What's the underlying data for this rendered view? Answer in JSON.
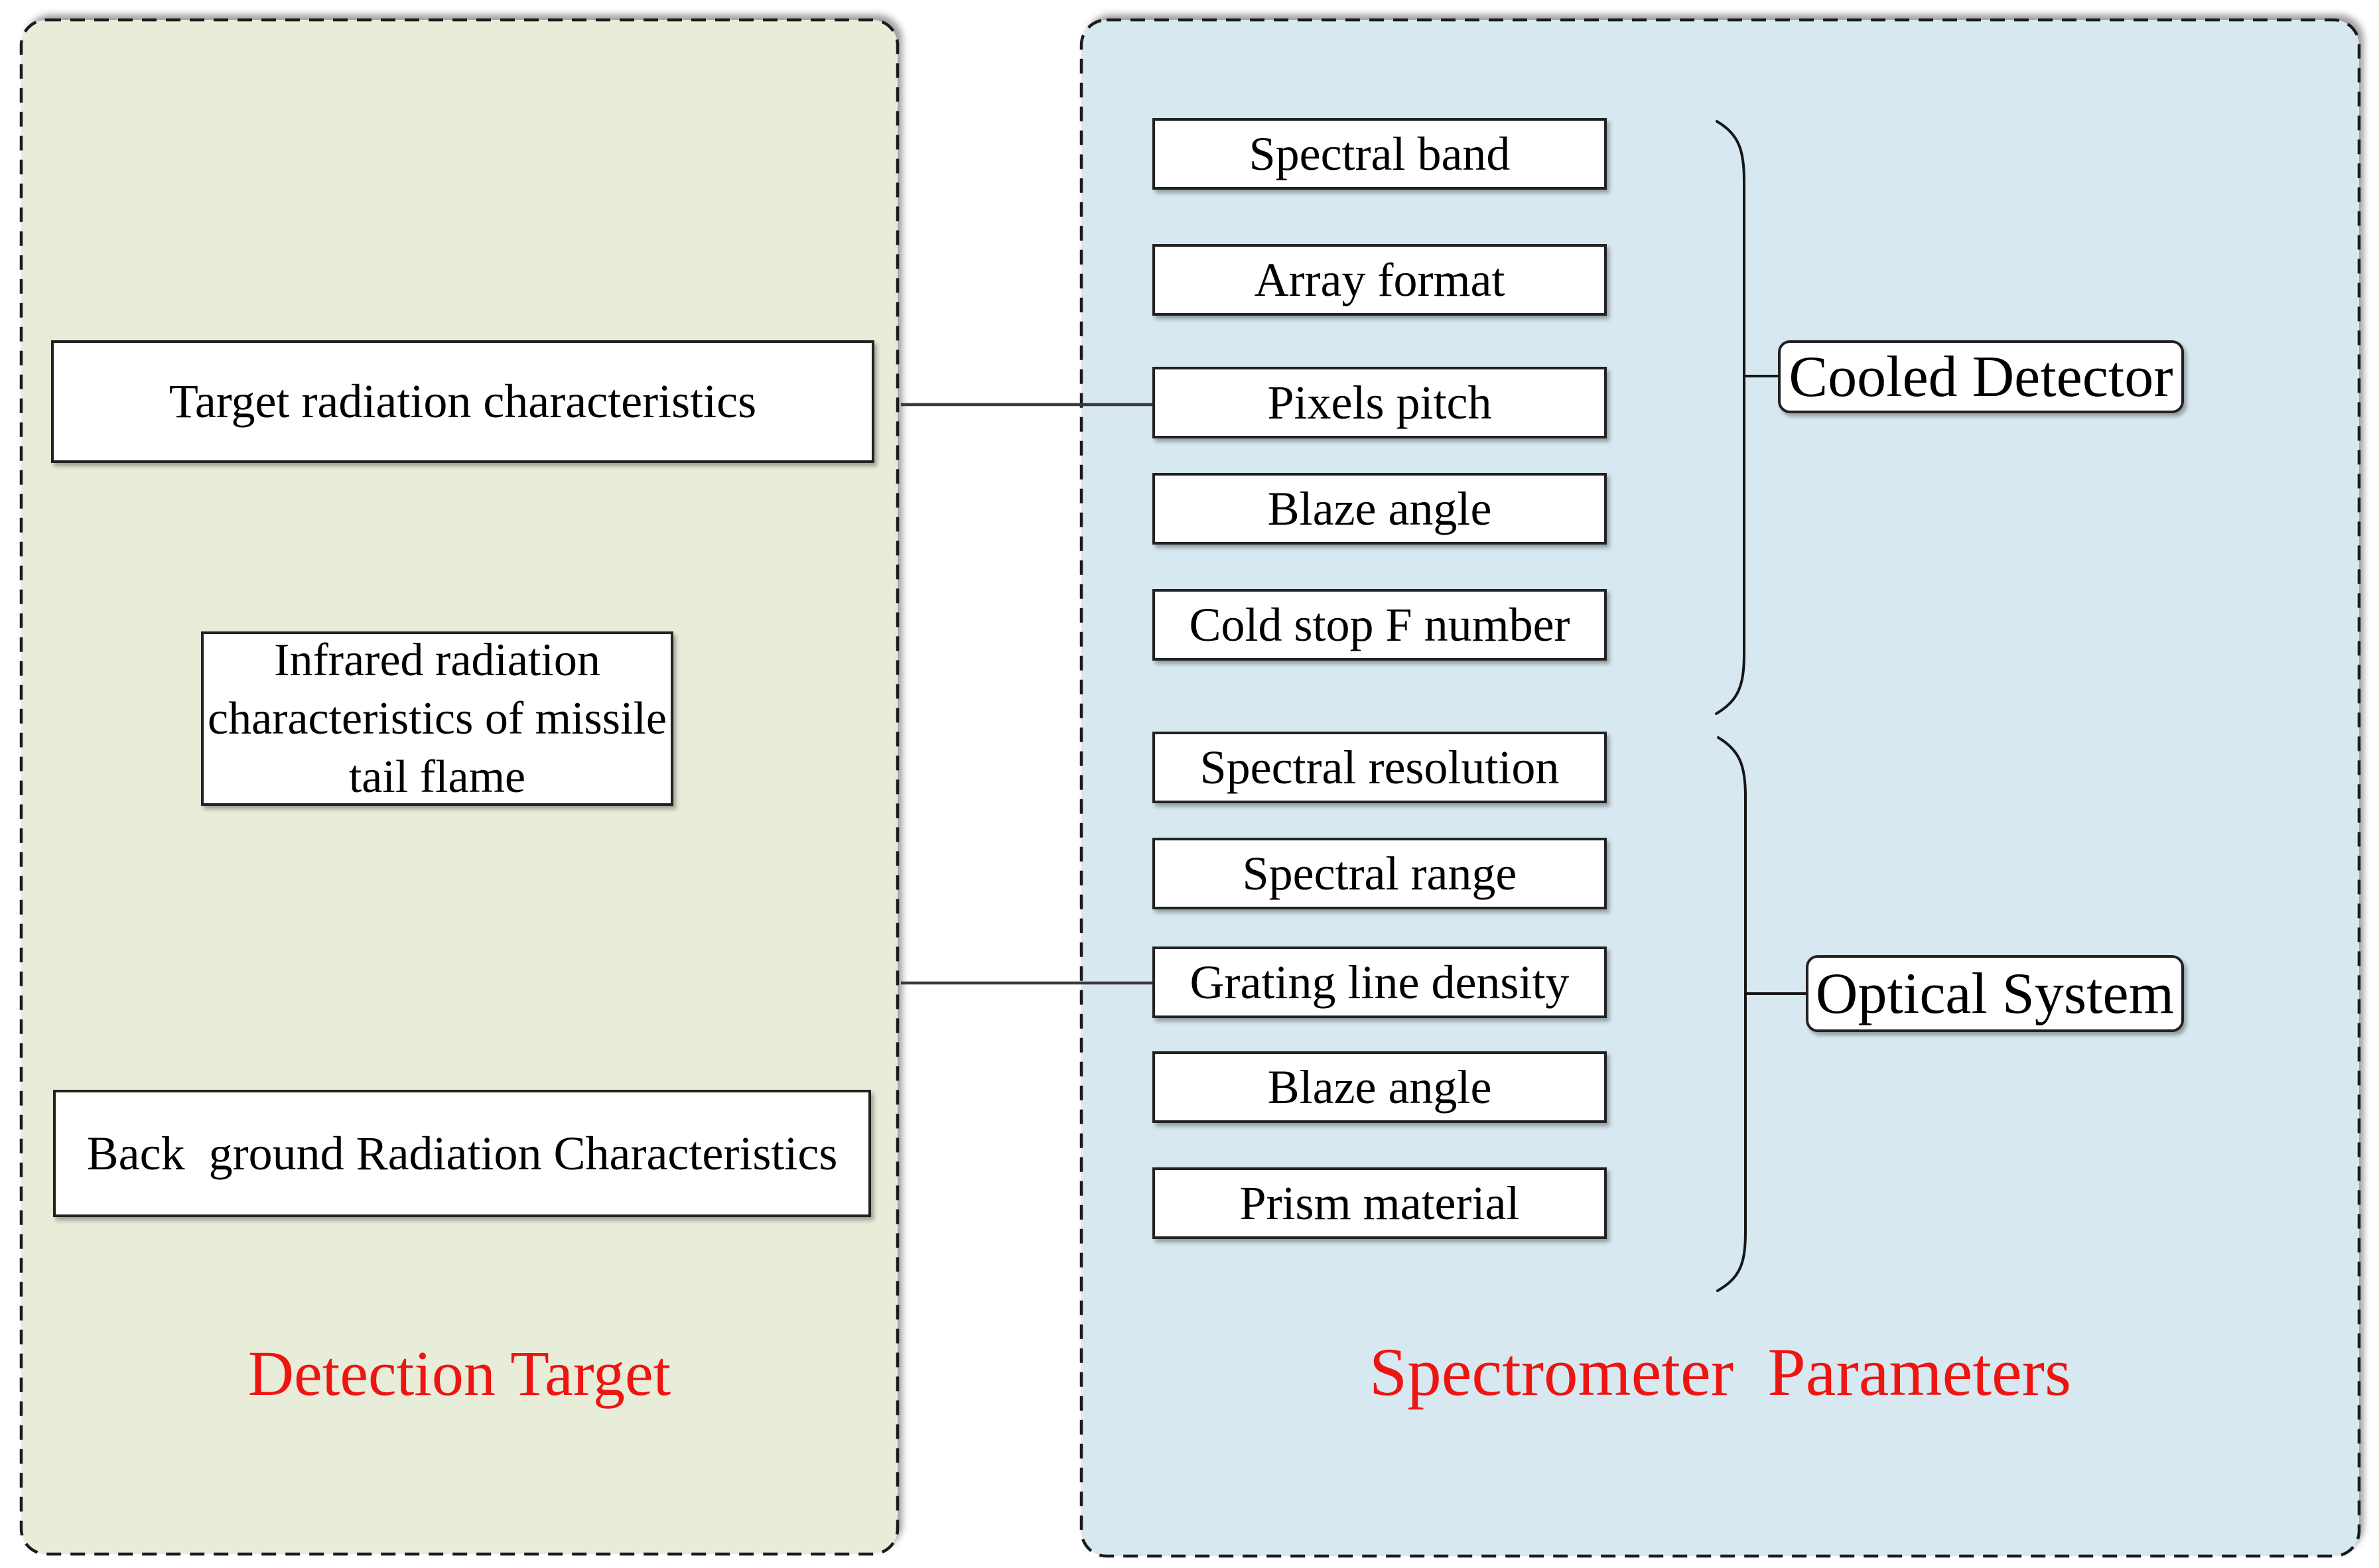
{
  "colors": {
    "left_bg": "#e8edda",
    "right_bg": "#d7e8f1",
    "red": "#ee1511",
    "border": "#1b1b1b",
    "line": "#3a3a3a",
    "boxborder": "#222222"
  },
  "left_panel": {
    "title": "Detection Target",
    "boxes": [
      {
        "label": "Target radiation characteristics"
      },
      {
        "label": "Infrared radiation characteristics of missile tail flame"
      },
      {
        "label": "Back  ground Radiation Characteristics"
      }
    ]
  },
  "right_panel": {
    "title": "Spectrometer  Parameters",
    "groups": [
      {
        "label": "Cooled Detector",
        "items": [
          "Spectral band",
          "Array format",
          "Pixels pitch",
          "Blaze angle",
          "Cold stop F number"
        ]
      },
      {
        "label": "Optical System",
        "items": [
          "Spectral resolution",
          "Spectral range",
          "Grating line density",
          "Blaze angle",
          "Prism material"
        ]
      }
    ]
  }
}
